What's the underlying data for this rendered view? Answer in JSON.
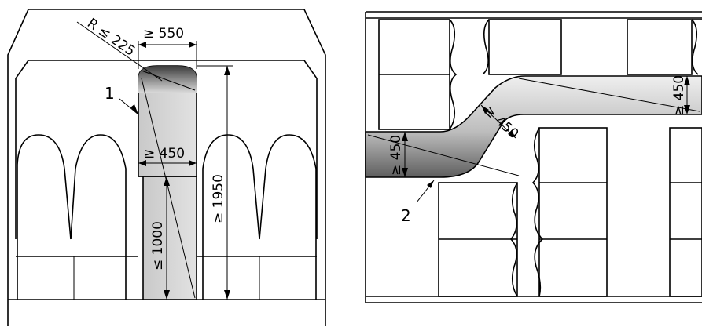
{
  "front_view": {
    "radius_label": "R ≤ 225",
    "top_width_label": "≥ 550",
    "inner_width_label": "≥ 450",
    "height_label": "≥ 1950",
    "lower_height_label": "≤ 1000",
    "callout": "1"
  },
  "plan_view": {
    "aisle_width_right": "≥ 450",
    "aisle_width_left": "≥ 450",
    "diagonal_width": "≥ 450",
    "callout": "2"
  }
}
